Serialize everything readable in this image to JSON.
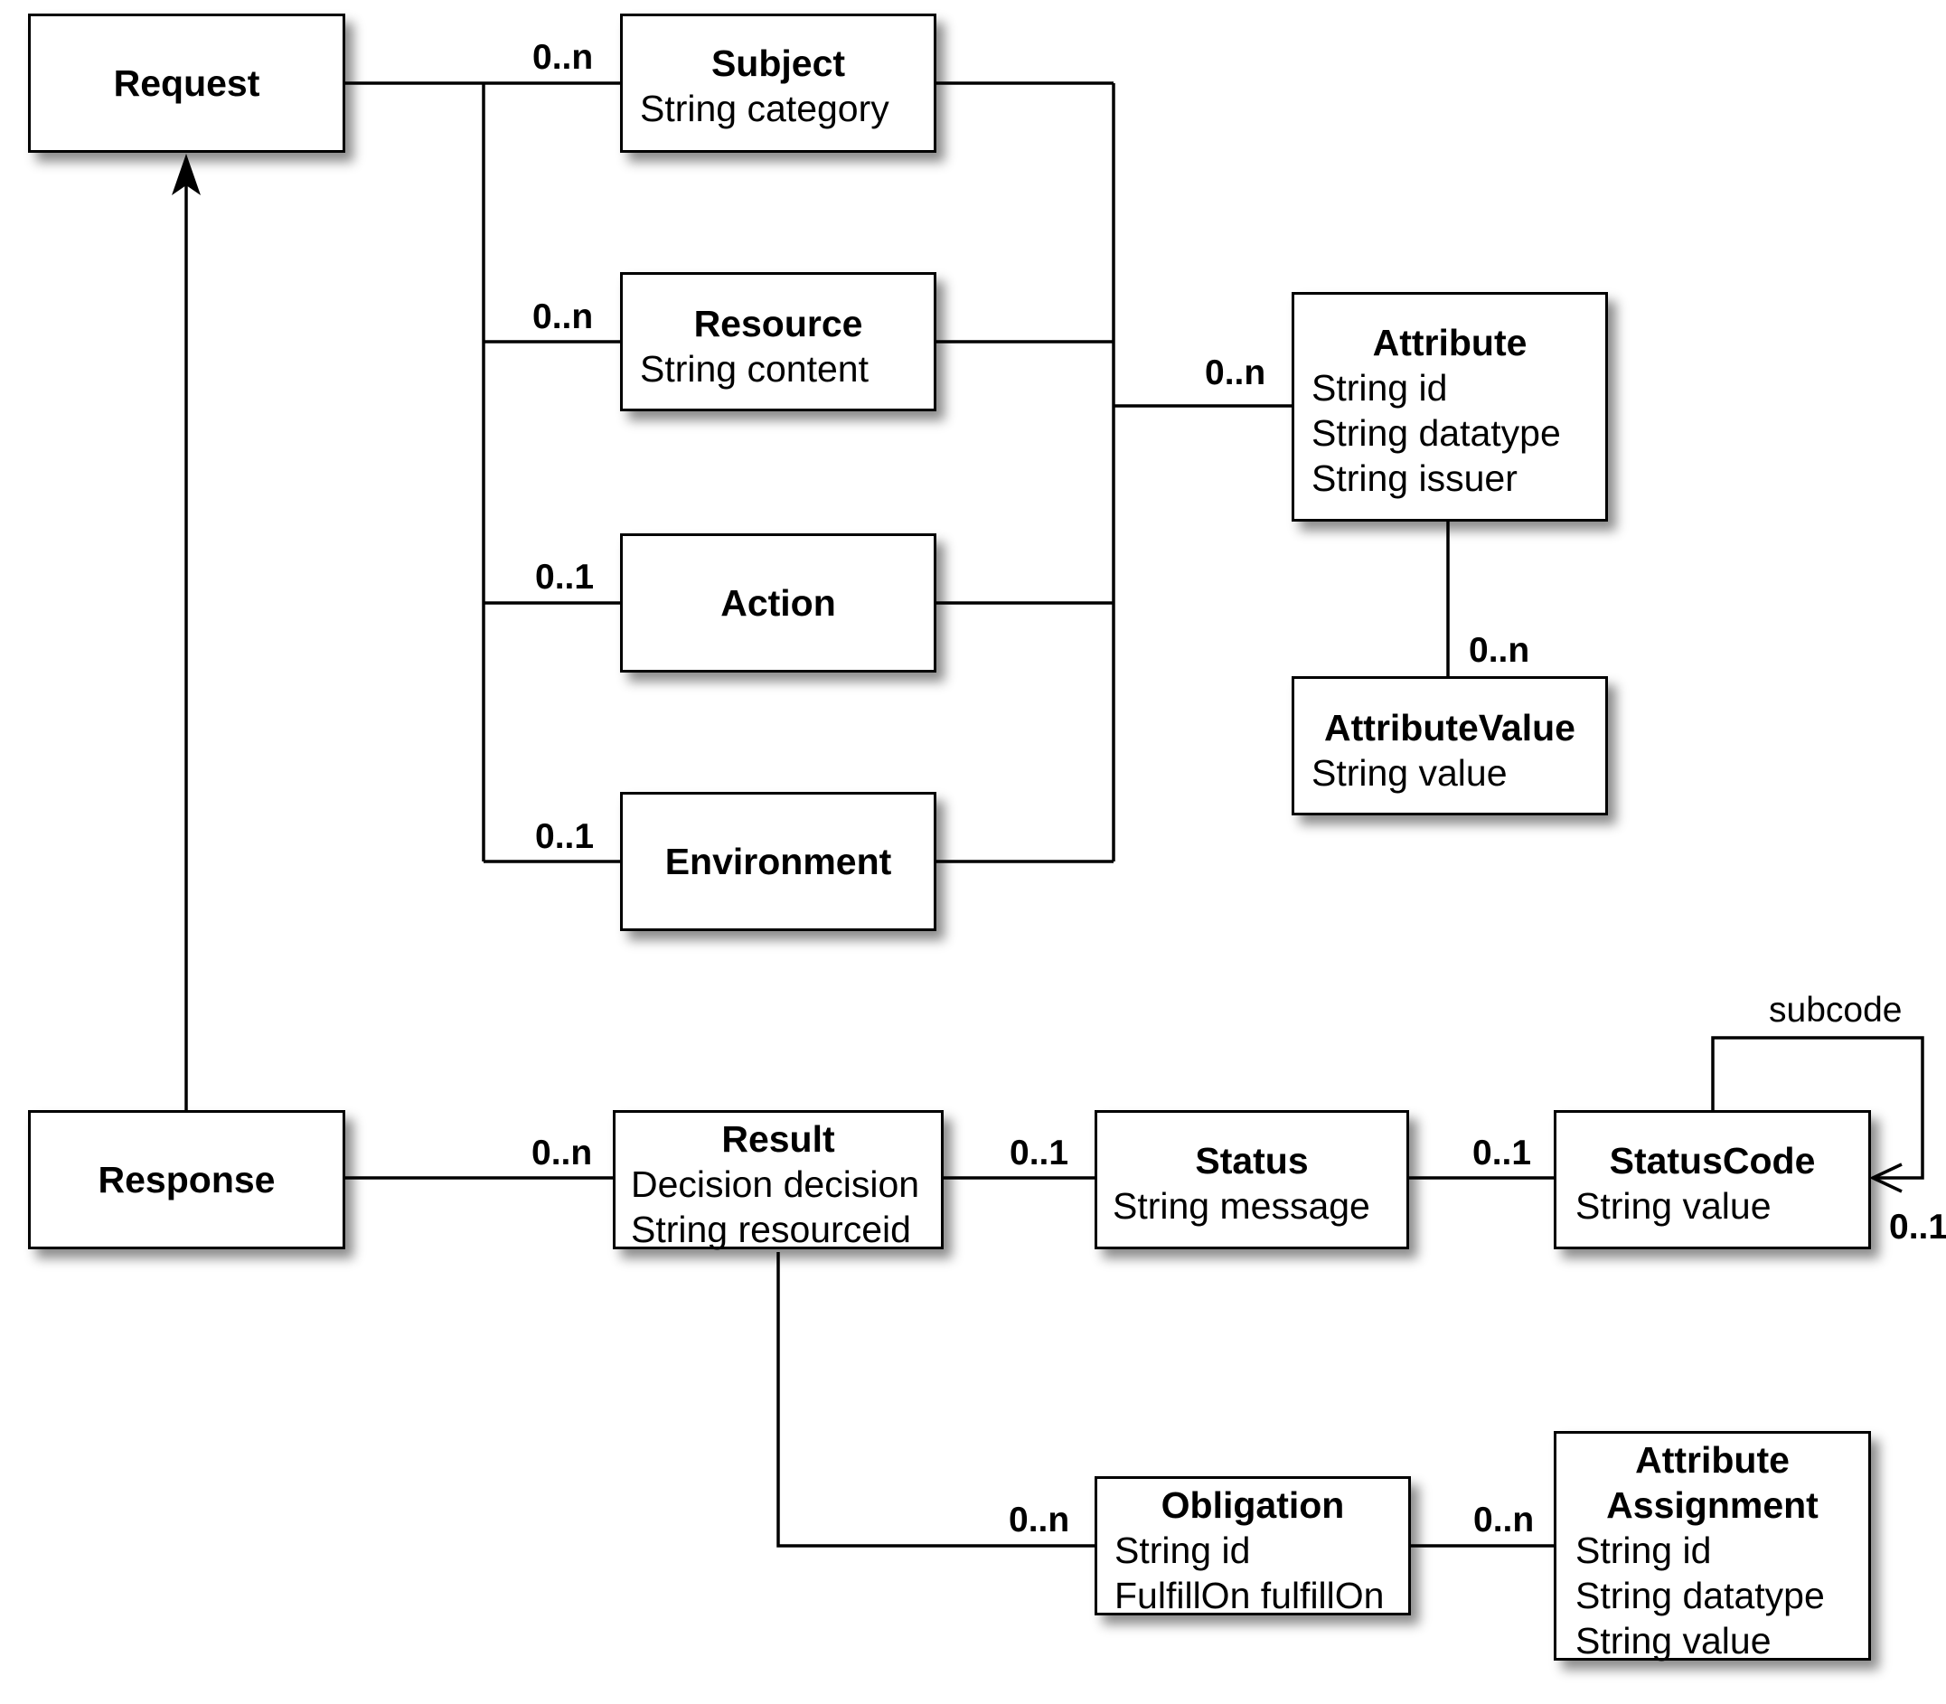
{
  "classes": {
    "request": {
      "name": "Request",
      "attributes": []
    },
    "subject": {
      "name": "Subject",
      "attributes": [
        "String category"
      ]
    },
    "resource": {
      "name": "Resource",
      "attributes": [
        "String content"
      ]
    },
    "action": {
      "name": "Action",
      "attributes": []
    },
    "environment": {
      "name": "Environment",
      "attributes": []
    },
    "attribute": {
      "name": "Attribute",
      "attributes": [
        "String id",
        "String datatype",
        "String issuer"
      ]
    },
    "attribute_value": {
      "name": "AttributeValue",
      "attributes": [
        "String value"
      ]
    },
    "response": {
      "name": "Response",
      "attributes": []
    },
    "result": {
      "name": "Result",
      "attributes": [
        "Decision decision",
        "String resourceid"
      ]
    },
    "status": {
      "name": "Status",
      "attributes": [
        "String message"
      ]
    },
    "status_code": {
      "name": "StatusCode",
      "attributes": [
        "String value"
      ]
    },
    "obligation": {
      "name": "Obligation",
      "attributes": [
        "String id",
        "FulfillOn fulfillOn"
      ]
    },
    "attribute_assignment": {
      "name_lines": [
        "Attribute",
        "Assignment"
      ],
      "attributes": [
        "String id",
        "String datatype",
        "String value"
      ]
    }
  },
  "multiplicities": {
    "request_subject": "0..n",
    "request_resource": "0..n",
    "request_action": "0..1",
    "request_environment": "0..1",
    "to_attribute": "0..n",
    "attribute_value": "0..n",
    "response_result": "0..n",
    "result_status": "0..1",
    "status_statuscode": "0..1",
    "statuscode_self": "0..1",
    "result_obligation": "0..n",
    "obligation_assignment": "0..n"
  },
  "labels": {
    "subcode": "subcode"
  }
}
